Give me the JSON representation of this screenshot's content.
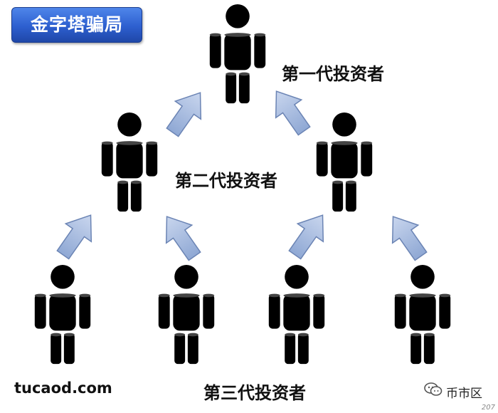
{
  "title": "金字塔骗局",
  "levels": [
    {
      "label": "第一代投资者",
      "people": 1
    },
    {
      "label": "第二代投资者",
      "people": 2
    },
    {
      "label": "第三代投资者",
      "people": 4
    }
  ],
  "watermark": {
    "source": "tucaod.com",
    "account": "币市区",
    "page": "207"
  },
  "colors": {
    "title_bg": "#2d5fcf",
    "figure": "#000000",
    "arrow_fill": "#a8bde0",
    "arrow_stroke": "#6b84b4"
  },
  "icons": [
    "person-icon",
    "arrow-up-icon",
    "chat-icon"
  ]
}
